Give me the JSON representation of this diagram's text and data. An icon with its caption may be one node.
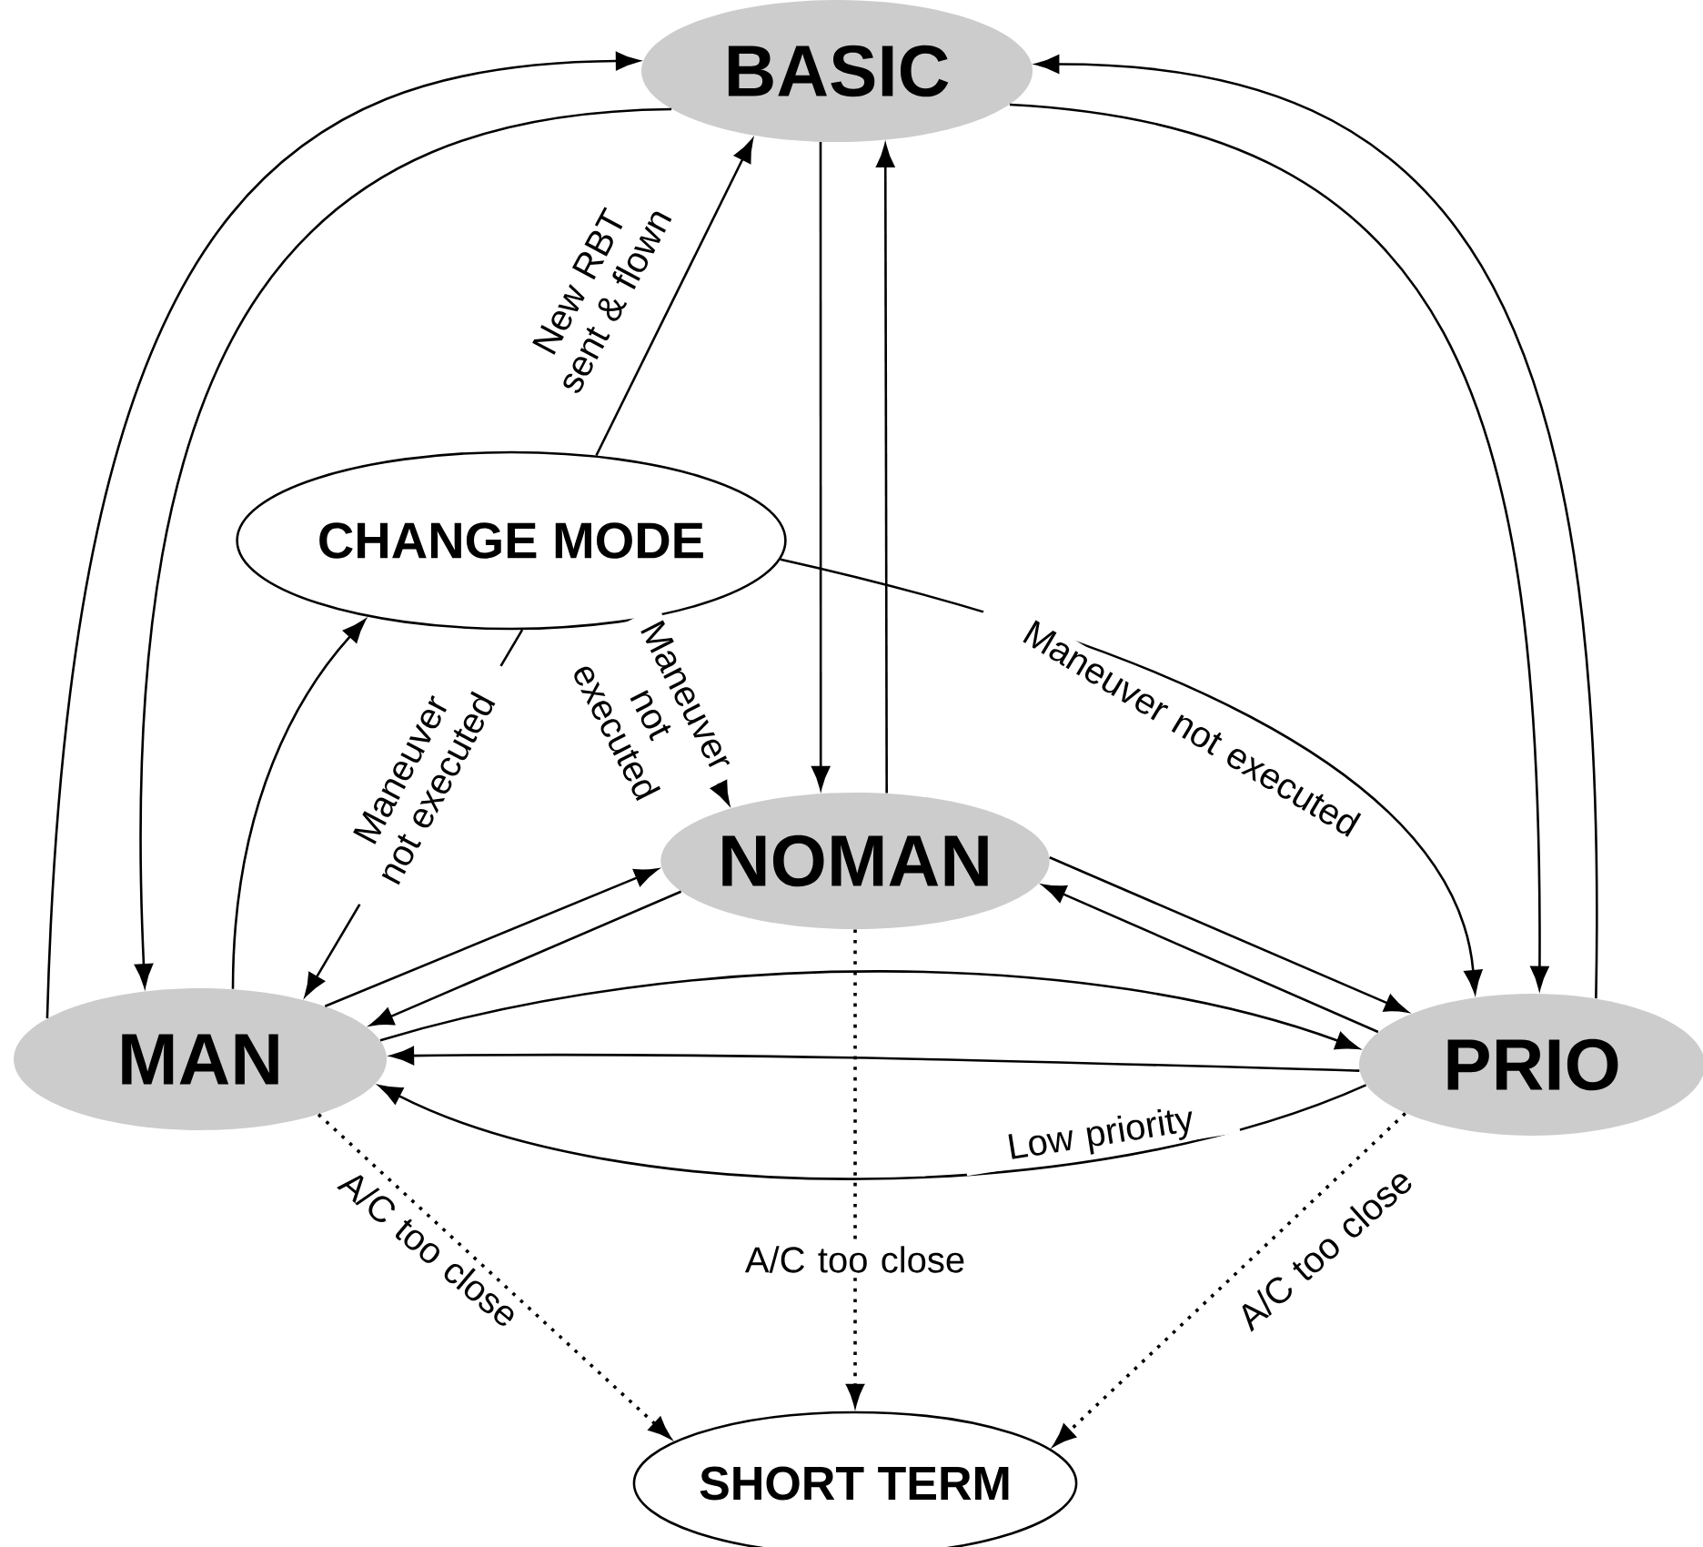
{
  "diagram": {
    "nodes": [
      {
        "text": [
          "BASIC"
        ]
      },
      {
        "text": [
          "CHANGE MODE"
        ]
      },
      {
        "text": [
          "NOMAN"
        ]
      },
      {
        "text": [
          "MAN"
        ]
      },
      {
        "text": [
          "PRIO"
        ]
      },
      {
        "text": [
          "SHORT TERM"
        ]
      }
    ],
    "edges": [
      {
        "from": 3,
        "to": 0,
        "arrow": "to"
      },
      {
        "from": 0,
        "to": 3,
        "arrow": "to"
      },
      {
        "from": 1,
        "to": 0,
        "arrow": "to",
        "label": "New RBT sent & flown"
      },
      {
        "from": 0,
        "to": 2,
        "arrow": "to"
      },
      {
        "from": 2,
        "to": 0,
        "arrow": "to"
      },
      {
        "from": 0,
        "to": 4,
        "arrow": "to"
      },
      {
        "from": 4,
        "to": 0,
        "arrow": "to"
      },
      {
        "from": 1,
        "to": 4,
        "arrow": "to",
        "label": "Maneuver not executed"
      },
      {
        "from": 1,
        "to": 2,
        "arrow": "to",
        "label": "Maneuver not executed"
      },
      {
        "from": 1,
        "to": 3,
        "arrow": "to",
        "label": "Maneuver not executed"
      },
      {
        "from": 3,
        "to": 1,
        "arrow": "to"
      },
      {
        "from": 3,
        "to": 2,
        "arrow": "to"
      },
      {
        "from": 2,
        "to": 3,
        "arrow": "to"
      },
      {
        "from": 2,
        "to": 4,
        "arrow": "to"
      },
      {
        "from": 4,
        "to": 2,
        "arrow": "to"
      },
      {
        "from": 3,
        "to": 4,
        "arrow": "to"
      },
      {
        "from": 4,
        "to": 3,
        "arrow": "to"
      },
      {
        "from": 4,
        "to": 3,
        "arrow": "to",
        "label": "Low priority"
      },
      {
        "from": 3,
        "to": 5,
        "arrow": "to",
        "style": "dashed",
        "label": "A/C too close"
      },
      {
        "from": 2,
        "to": 5,
        "arrow": "to",
        "style": "dashed",
        "label": "A/C too close"
      },
      {
        "from": 4,
        "to": 5,
        "arrow": "to",
        "style": "dashed",
        "label": "A/C too close"
      }
    ]
  }
}
